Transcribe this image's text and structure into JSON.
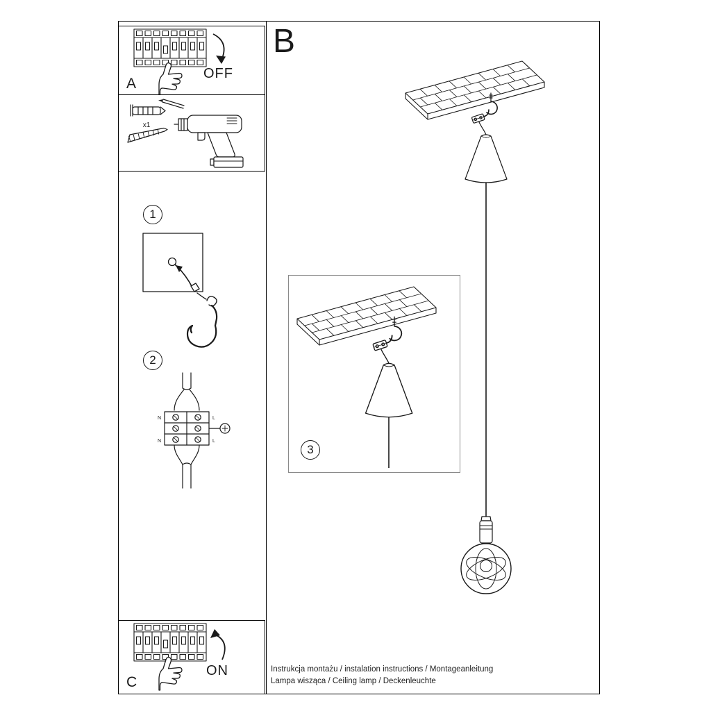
{
  "colors": {
    "ink": "#1a1a1a",
    "frame": "#000000",
    "detail_box_border": "#8a8a8a"
  },
  "panels": {
    "a": {
      "label": "A",
      "action": "OFF"
    },
    "b": {
      "label": "B"
    },
    "c": {
      "label": "C",
      "action": "ON"
    }
  },
  "tools": {
    "screw_qty": "x1"
  },
  "steps": [
    {
      "num": "1"
    },
    {
      "num": "2"
    },
    {
      "num": "3"
    }
  ],
  "wiring": {
    "n_top": "N",
    "l_top": "L",
    "n_bottom": "N",
    "l_bottom": "L"
  },
  "footer": {
    "line1": "Instrukcja montażu / instalation instructions / Montageanleitung",
    "line2": "Lampa wisząca / Ceiling lamp / Deckenleuchte"
  }
}
